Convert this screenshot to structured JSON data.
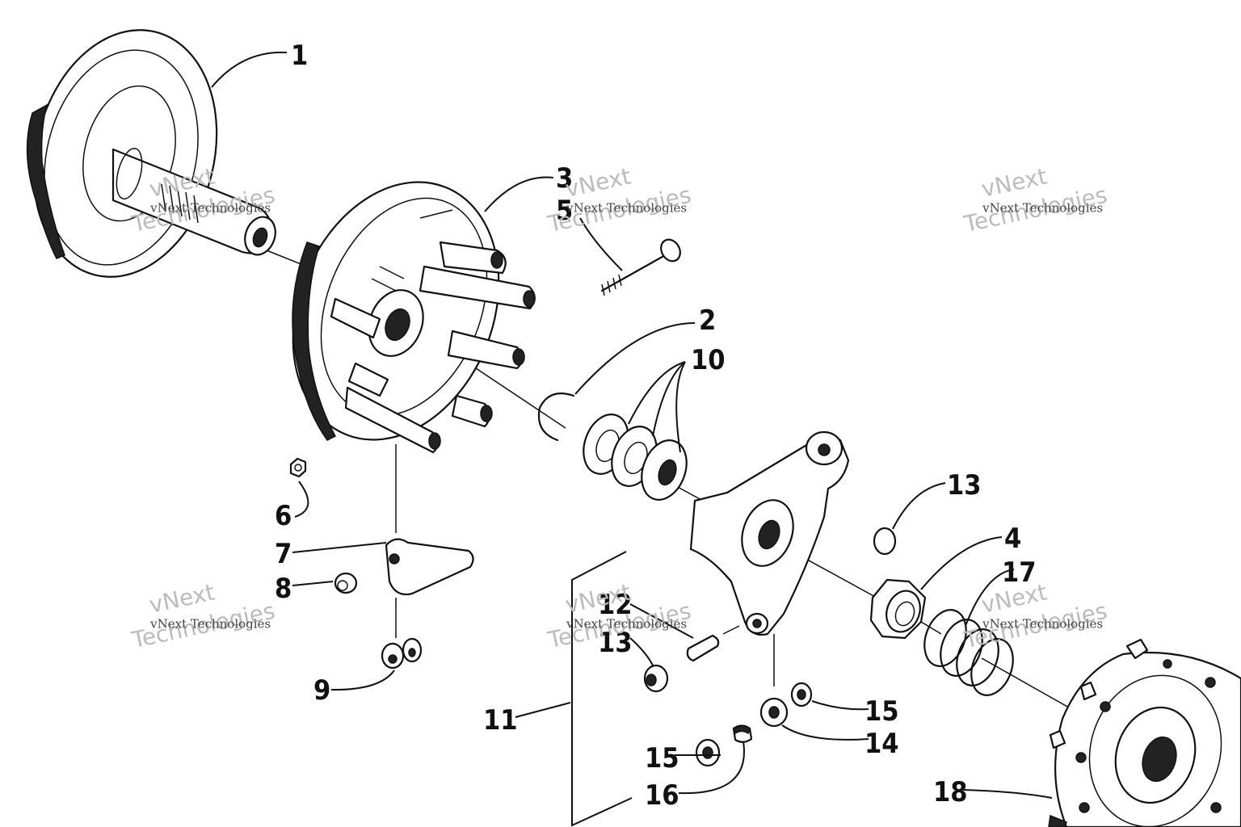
{
  "callouts": {
    "c1": "1",
    "c2": "2",
    "c3": "3",
    "c4": "4",
    "c5": "5",
    "c6": "6",
    "c7": "7",
    "c8": "8",
    "c9": "9",
    "c10": "10",
    "c11": "11",
    "c12": "12",
    "c13a": "13",
    "c13b": "13",
    "c14": "14",
    "c15a": "15",
    "c15b": "15",
    "c16": "16",
    "c17": "17",
    "c18": "18"
  },
  "watermark": {
    "line1": "vNext",
    "line2": "Technologies",
    "small": "vNext Technologies"
  }
}
